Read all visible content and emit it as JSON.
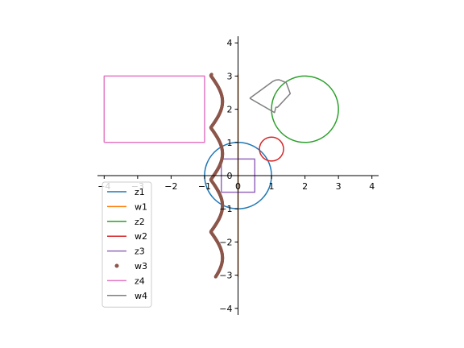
{
  "chart_data": {
    "type": "line",
    "title": "",
    "xlabel": "",
    "ylabel": "",
    "xlim": [
      -4.2,
      4.2
    ],
    "ylim": [
      -4.2,
      4.2
    ],
    "x_ticks": [
      -4,
      -3,
      -2,
      -1,
      0,
      1,
      2,
      3,
      4
    ],
    "y_ticks": [
      -4,
      -3,
      -2,
      -1,
      0,
      1,
      2,
      3,
      4
    ],
    "x_tick_labels": [
      "−4",
      "−3",
      "−2",
      "−1",
      "0",
      "1",
      "2",
      "3",
      "4"
    ],
    "y_tick_labels": [
      "−4",
      "−3",
      "−2",
      "−1",
      "0",
      "1",
      "2",
      "3",
      "4"
    ],
    "spines": "centered at origin",
    "grid": false,
    "legend_position": "lower-left",
    "series": [
      {
        "name": "z1",
        "color": "#1f77b4",
        "kind": "circle",
        "center": [
          0,
          0
        ],
        "radius": 1
      },
      {
        "name": "w1",
        "color": "#ff7f0e",
        "kind": "polyline",
        "points": [
          [
            0,
            -3.05
          ],
          [
            0,
            3.05
          ]
        ]
      },
      {
        "name": "z2",
        "color": "#2ca02c",
        "kind": "circle",
        "center": [
          2,
          2
        ],
        "radius": 1
      },
      {
        "name": "w2",
        "color": "#d62728",
        "kind": "circle",
        "center": [
          1,
          0.8
        ],
        "radius": 0.36
      },
      {
        "name": "z3",
        "color": "#9467bd",
        "kind": "polyline",
        "points": [
          [
            -0.5,
            -0.5
          ],
          [
            0.5,
            -0.5
          ],
          [
            0.5,
            0.5
          ],
          [
            -0.5,
            0.5
          ],
          [
            -0.5,
            -0.5
          ]
        ]
      },
      {
        "name": "w3",
        "color": "#8c564b",
        "kind": "markers",
        "x_center": -0.64,
        "amplitude": 0.35,
        "y_range": [
          -3.05,
          3.05
        ],
        "period": 1.57
      },
      {
        "name": "z4",
        "color": "#e377c2",
        "kind": "polyline",
        "points": [
          [
            -4,
            1
          ],
          [
            -1,
            1
          ],
          [
            -1,
            3
          ],
          [
            -4,
            3
          ],
          [
            -4,
            1
          ]
        ]
      },
      {
        "name": "w4",
        "color": "#7f7f7f",
        "kind": "polyline",
        "points": [
          [
            0.35,
            2.33
          ],
          [
            1.04,
            2.84
          ],
          [
            1.13,
            2.88
          ],
          [
            1.22,
            2.89
          ],
          [
            1.3,
            2.86
          ],
          [
            1.44,
            2.8
          ],
          [
            1.56,
            2.47
          ],
          [
            1.2,
            2.08
          ],
          [
            1.18,
            2.06
          ],
          [
            1.13,
            2.06
          ],
          [
            1.09,
            1.9
          ],
          [
            0.35,
            2.33
          ]
        ]
      }
    ]
  }
}
